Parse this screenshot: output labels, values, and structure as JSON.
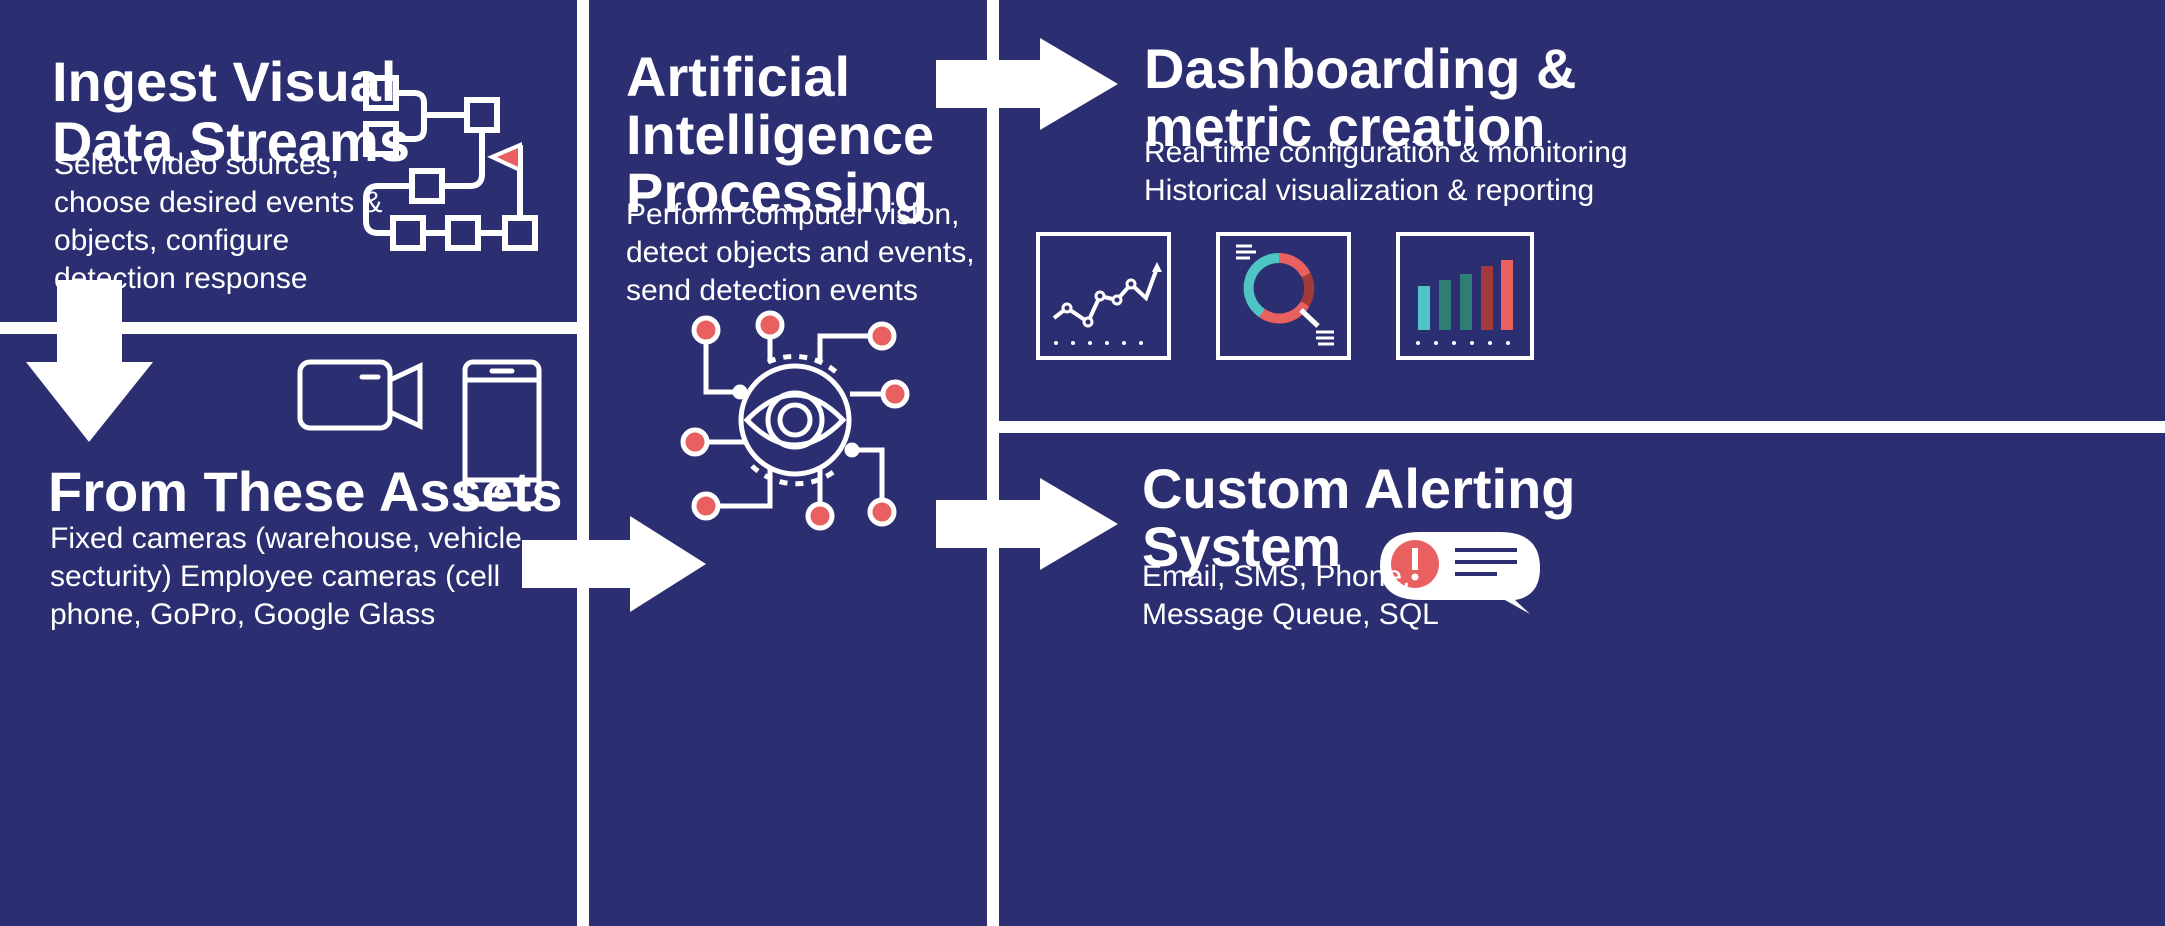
{
  "colors": {
    "panel": "#2c2e72",
    "line": "#ffffff",
    "accent_red": "#e8605f",
    "teal": "#4ec4c4",
    "dark_teal": "#2f7d73",
    "dark_red": "#a33a3a"
  },
  "ingest": {
    "title": "Ingest Visual\nData Streams",
    "description": "Select video sources,\nchoose desired events &\nobjects, configure\ndetection response",
    "icon": "flowchart-icon"
  },
  "assets": {
    "title": "From These Assets",
    "description": "Fixed cameras (warehouse, vehicle\nsecturity) Employee cameras (cell\nphone, GoPro, Google Glass",
    "icons": [
      "video-camera-icon",
      "smartphone-icon"
    ]
  },
  "ai": {
    "title": "Artificial\nIntelligence\nProcessing",
    "description": "Perform computer vision,\ndetect objects and events,\nsend detection events",
    "icon": "ai-eye-circuit-icon"
  },
  "dashboard": {
    "title": "Dashboarding &\nmetric creation",
    "description": "Real time configuration & monitoring\nHistorical visualization & reporting",
    "icons": [
      "line-chart-icon",
      "donut-chart-icon",
      "bar-chart-icon"
    ]
  },
  "alerting": {
    "title": "Custom Alerting\nSystem",
    "description": "Email, SMS, Phone,\nMessage Queue, SQL",
    "icon": "alert-message-icon"
  },
  "connectors": [
    "arrow-down",
    "arrow-right-to-ai",
    "arrow-right-to-dashboard",
    "arrow-right-to-alerting"
  ]
}
